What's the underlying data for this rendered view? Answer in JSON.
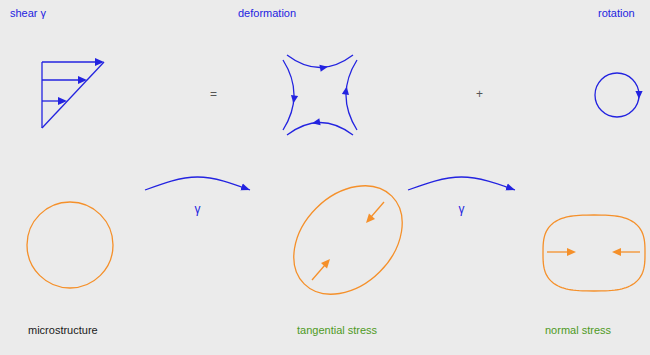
{
  "diagram": {
    "nodes": [
      {
        "text": [
          "shear γ"
        ]
      },
      {
        "text": [
          "deformation"
        ]
      },
      {
        "text": [
          "rotation"
        ]
      },
      {
        "text": [
          "microstructure"
        ]
      },
      {
        "text": [
          "tangential stress"
        ]
      },
      {
        "text": [
          "normal stress"
        ]
      }
    ],
    "edges": [
      {
        "from": 3,
        "to": 4,
        "arrow": "to",
        "label": "γ"
      },
      {
        "from": 4,
        "to": 5,
        "arrow": "to",
        "label": "γ"
      }
    ],
    "labels": [
      "=",
      "+"
    ]
  }
}
